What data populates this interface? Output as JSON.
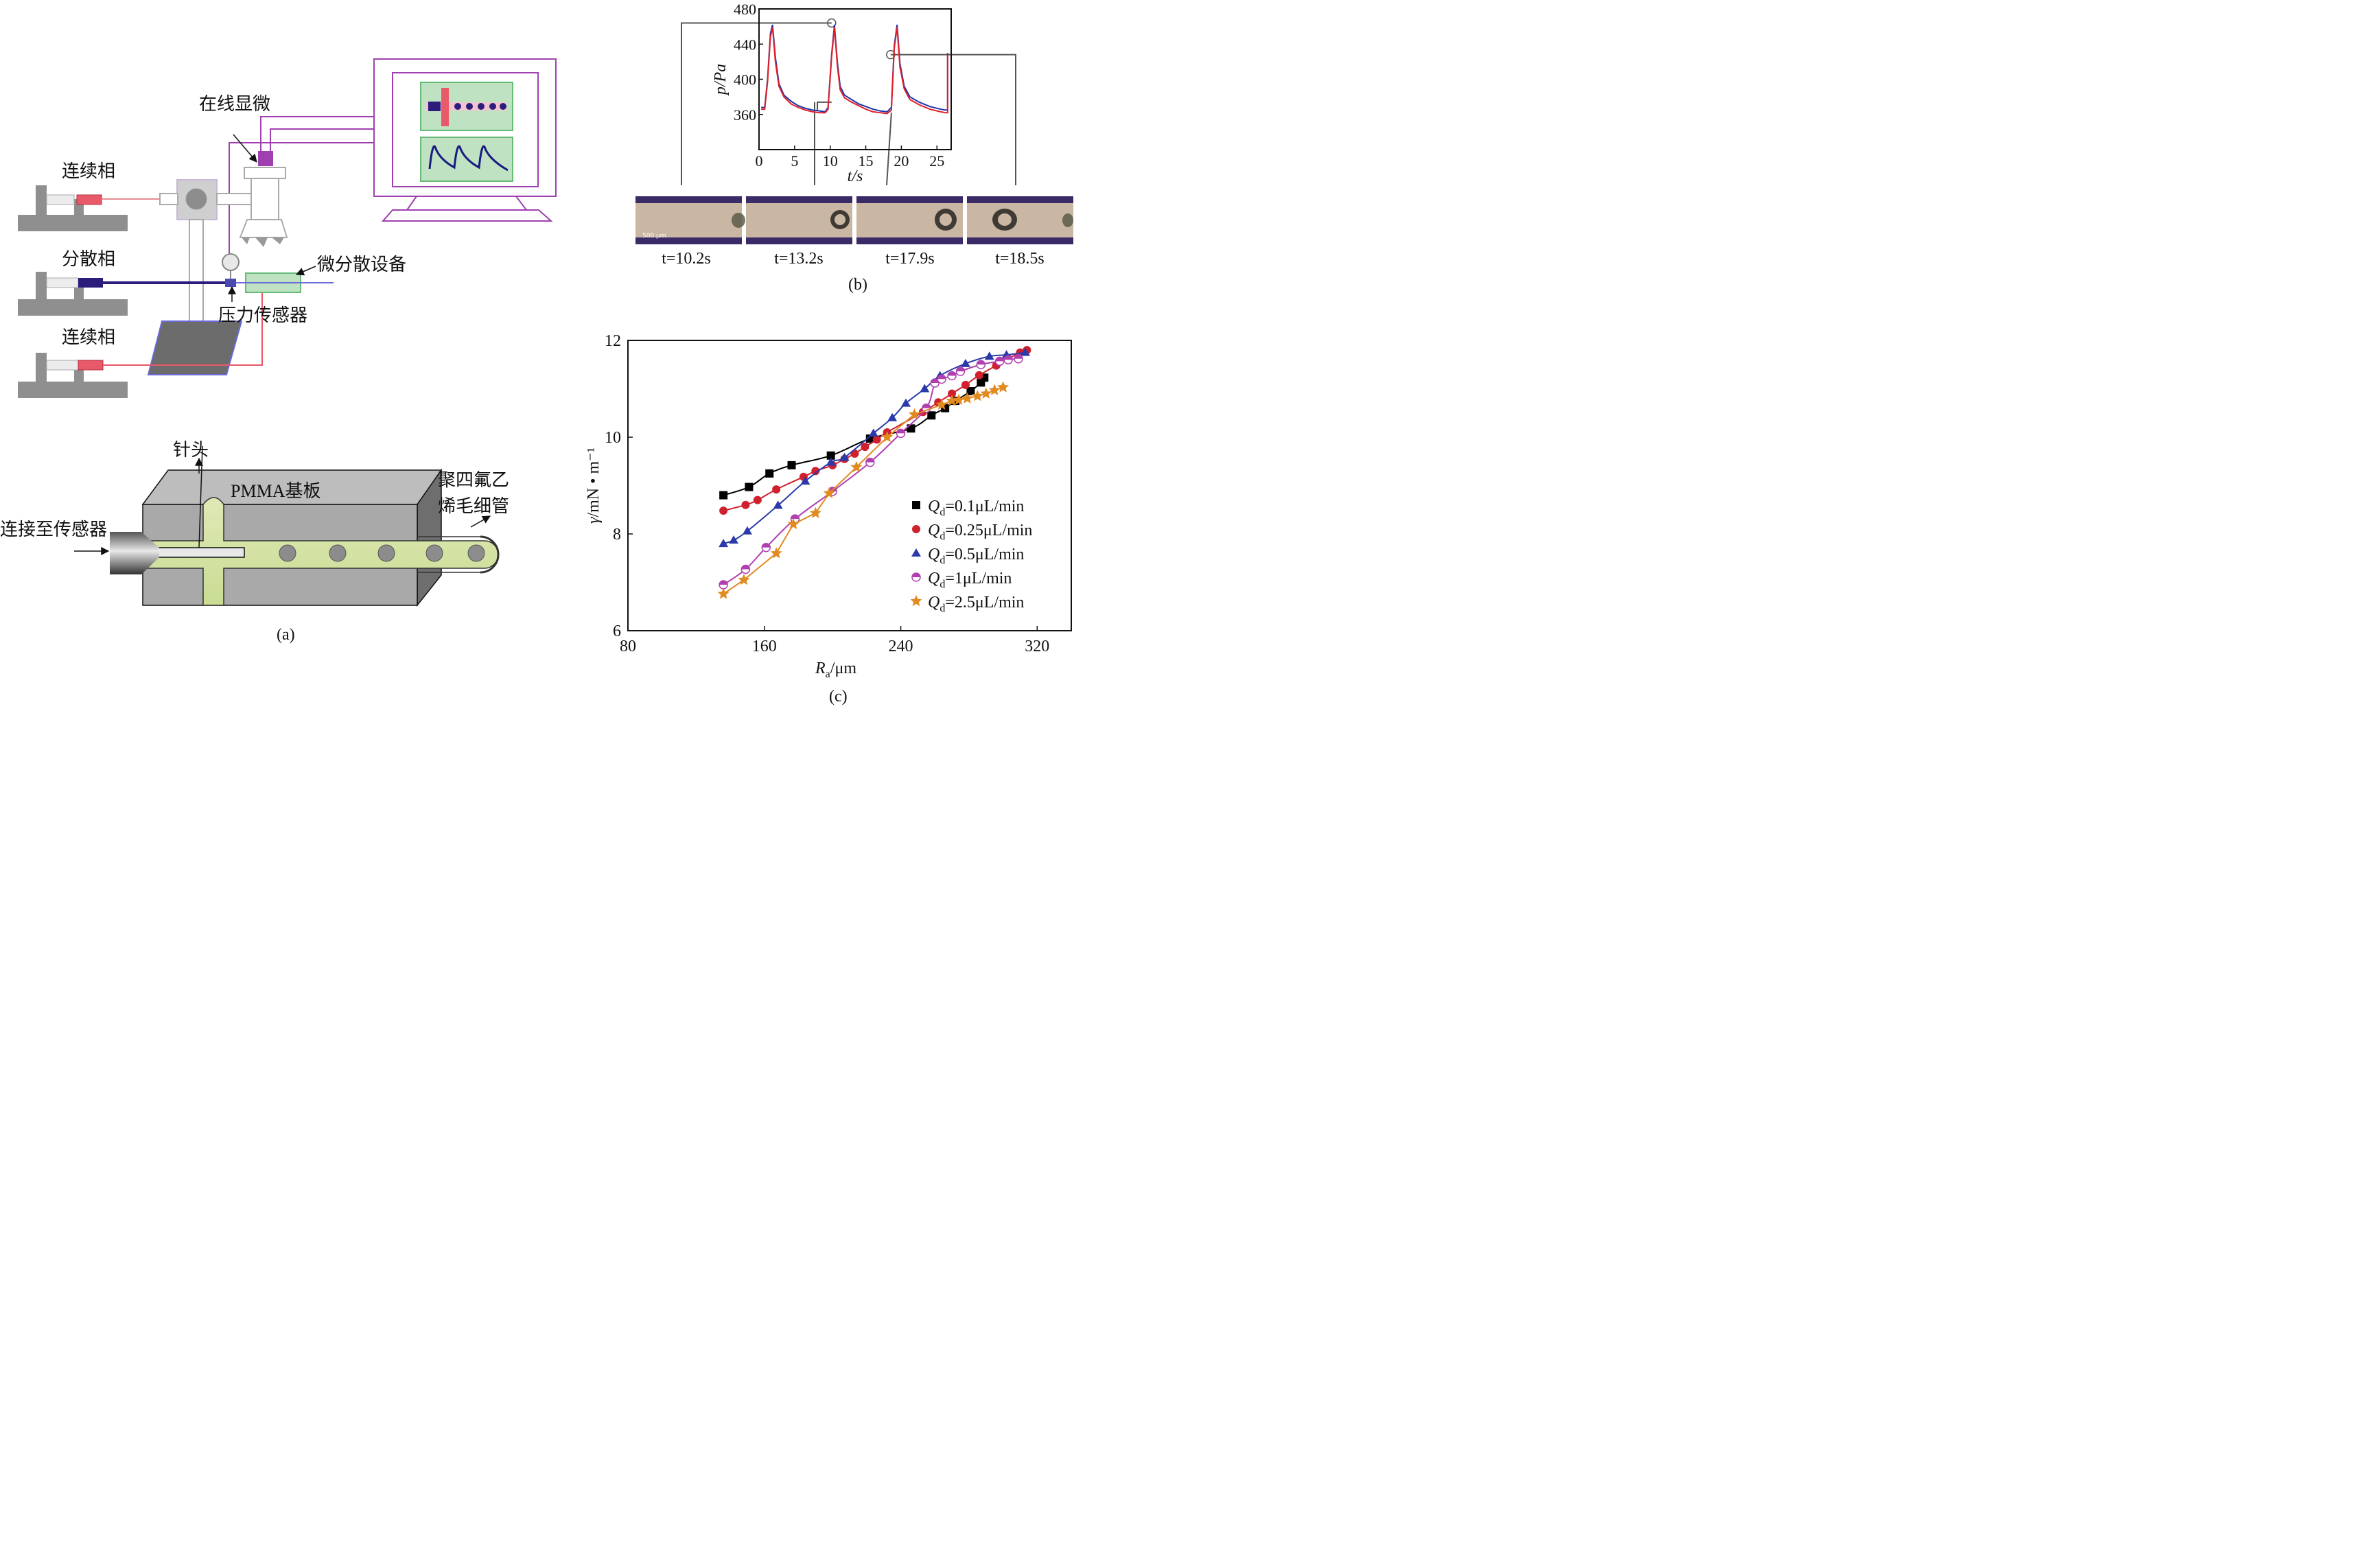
{
  "panel_a": {
    "caption": "(a)",
    "labels": {
      "continuous_top": "连续相",
      "dispersed": "分散相",
      "continuous_bottom": "连续相",
      "microscope": "在线显微",
      "micro_device": "微分散设备",
      "pressure_sensor": "压力传感器",
      "needle": "针头",
      "pmma": "PMMA基板",
      "ptfe_line1": "聚四氟乙",
      "ptfe_line2": "烯毛细管",
      "connect": "连接至传感器"
    }
  },
  "panel_b": {
    "caption": "(b)",
    "scalebar": "500 μm",
    "time_labels": [
      "t=10.2s",
      "t=13.2s",
      "t=17.9s",
      "t=18.5s"
    ]
  },
  "panel_c": {
    "caption": "(c)"
  },
  "chart_data": [
    {
      "id": "pressure-chart",
      "type": "line",
      "xlabel": "t/s",
      "ylabel": "p/Pa",
      "xlim": [
        0,
        27
      ],
      "ylim": [
        320,
        480
      ],
      "x_ticks": [
        0,
        5,
        10,
        15,
        20,
        25
      ],
      "y_ticks": [
        360,
        400,
        440,
        480
      ],
      "colors": [
        "#2233aa",
        "#e0202a"
      ],
      "x": [
        0.3,
        0.8,
        1.2,
        1.6,
        1.9,
        2.3,
        2.8,
        3.5,
        4.5,
        5.5,
        6.5,
        7.5,
        8.5,
        9.3,
        9.7,
        10.2,
        10.6,
        11.0,
        11.4,
        12.0,
        13.0,
        14.0,
        15.0,
        16.0,
        17.0,
        18.0,
        18.6,
        19.0,
        19.4,
        19.8,
        20.4,
        21.2,
        22.5,
        24.0,
        25.5,
        26.2,
        26.5,
        26.5
      ],
      "series": [
        {
          "values": [
            368,
            368,
            400,
            452,
            462,
            425,
            395,
            382,
            375,
            370,
            367,
            365,
            364,
            363,
            368,
            428,
            462,
            420,
            392,
            382,
            377,
            372,
            369,
            366,
            364,
            363,
            368,
            438,
            462,
            418,
            392,
            380,
            374,
            369,
            366,
            365,
            365,
            430
          ]
        },
        {
          "values": [
            366,
            366,
            397,
            448,
            459,
            420,
            392,
            380,
            372,
            368,
            365,
            363,
            362,
            362,
            366,
            425,
            459,
            416,
            388,
            379,
            374,
            370,
            366,
            363,
            362,
            361,
            365,
            435,
            459,
            414,
            389,
            377,
            371,
            366,
            363,
            362,
            362,
            428
          ]
        }
      ]
    },
    {
      "id": "tension-chart",
      "type": "line",
      "xlabel": "Ra/μm",
      "ylabel": "γ/mN • m⁻¹",
      "xlim": [
        80,
        340
      ],
      "ylim": [
        6,
        12
      ],
      "x_ticks": [
        80,
        160,
        240,
        320
      ],
      "y_ticks": [
        6,
        8,
        10,
        12
      ],
      "legend_position": "bottom-right",
      "series": [
        {
          "name": "Qd=0.1μL/min",
          "color": "#000000",
          "marker": "square",
          "x": [
            136,
            151,
            163,
            176,
            199,
            222,
            246,
            258,
            266,
            272,
            281,
            287,
            289
          ],
          "y": [
            8.8,
            8.97,
            9.25,
            9.42,
            9.62,
            9.97,
            10.18,
            10.45,
            10.6,
            10.75,
            10.95,
            11.13,
            11.23
          ]
        },
        {
          "name": "Qd=0.25μL/min",
          "color": "#d0202e",
          "marker": "circle",
          "x": [
            136,
            149,
            156,
            167,
            183,
            190,
            200,
            207,
            213,
            219,
            226,
            232,
            253,
            262,
            270,
            278,
            286,
            296,
            303,
            310,
            314
          ],
          "y": [
            8.48,
            8.6,
            8.7,
            8.92,
            9.18,
            9.3,
            9.42,
            9.55,
            9.66,
            9.8,
            9.95,
            10.1,
            10.52,
            10.72,
            10.9,
            11.08,
            11.28,
            11.48,
            11.62,
            11.75,
            11.8
          ]
        },
        {
          "name": "Qd=0.5μL/min",
          "color": "#2b3aa8",
          "marker": "triangle",
          "x": [
            136,
            142,
            150,
            168,
            184,
            199,
            207,
            224,
            235,
            243,
            254,
            263,
            278,
            292,
            302,
            313
          ],
          "y": [
            7.8,
            7.87,
            8.06,
            8.59,
            9.09,
            9.48,
            9.58,
            10.08,
            10.4,
            10.7,
            11.0,
            11.27,
            11.52,
            11.67,
            11.7,
            11.75
          ]
        },
        {
          "name": "Qd=1μL/min",
          "color": "#b040b0",
          "marker": "circle-half",
          "x": [
            136,
            149,
            161,
            178,
            200,
            222,
            240,
            255,
            260,
            264,
            270,
            275,
            287,
            298,
            303,
            309
          ],
          "y": [
            6.95,
            7.27,
            7.72,
            8.31,
            8.88,
            9.48,
            10.08,
            10.6,
            11.12,
            11.2,
            11.27,
            11.36,
            11.5,
            11.57,
            11.6,
            11.62
          ]
        },
        {
          "name": "Qd=2.5μL/min",
          "color": "#e08a20",
          "marker": "star",
          "x": [
            136,
            148,
            167,
            177,
            190,
            198,
            214,
            232,
            248,
            264,
            270,
            274,
            279,
            285,
            290,
            295,
            300
          ],
          "y": [
            6.76,
            7.05,
            7.6,
            8.2,
            8.43,
            8.84,
            9.38,
            10.0,
            10.47,
            10.67,
            10.75,
            10.77,
            10.8,
            10.85,
            10.9,
            10.97,
            11.03
          ]
        }
      ]
    }
  ]
}
